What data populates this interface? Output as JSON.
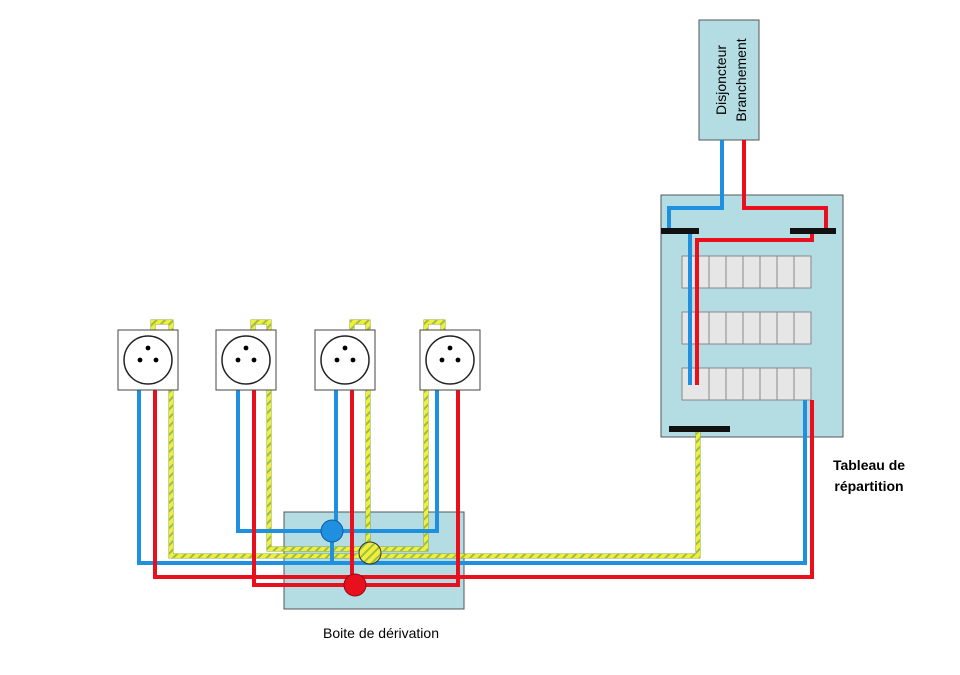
{
  "labels": {
    "breaker_line1": "Disjoncteur",
    "breaker_line2": "Branchement",
    "panel_line1": "Tableau de",
    "panel_line2": "répartition",
    "junction_box": "Boite de dérivation"
  },
  "colors": {
    "live": "#e8101c",
    "neutral": "#1f8fe0",
    "earth_yellow": "#f2ee3a",
    "earth_green": "#9bbf45",
    "box_fill": "#b3dde2",
    "box_stroke": "#555555",
    "breaker_fill": "#e6e6e6",
    "busbar": "#111111"
  },
  "components": {
    "outlets": [
      "socket-1",
      "socket-2",
      "socket-3",
      "socket-4"
    ],
    "breaker_rows": 3,
    "breakers_per_row": 7
  }
}
